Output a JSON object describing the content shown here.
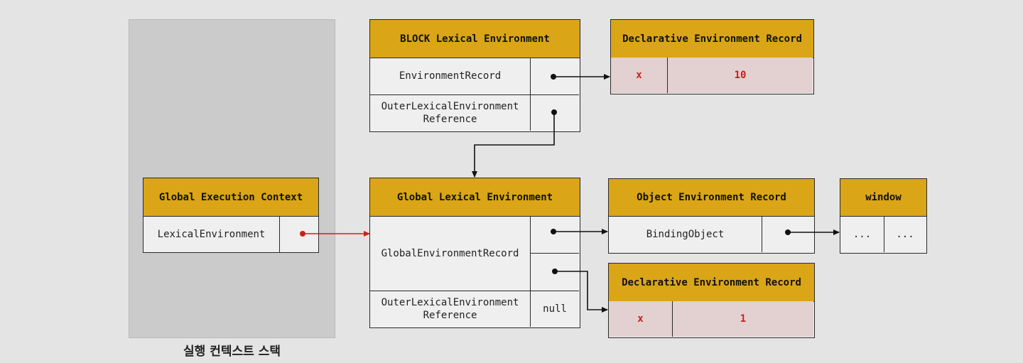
{
  "stack_caption": "실행 컨텍스트 스택",
  "global_execution_context": {
    "title": "Global Execution Context",
    "lexical_environment_label": "LexicalEnvironment"
  },
  "block_lexical_environment": {
    "title": "BLOCK Lexical Environment",
    "environment_record_label": "EnvironmentRecord",
    "outer_reference_label": "OuterLexicalEnvironment Reference"
  },
  "block_declarative_record": {
    "title": "Declarative Environment Record",
    "name": "x",
    "value": "10"
  },
  "global_lexical_environment": {
    "title": "Global Lexical Environment",
    "global_record_label": "GlobalEnvironmentRecord",
    "outer_reference_label": "OuterLexicalEnvironment Reference",
    "outer_reference_value": "null"
  },
  "object_environment_record": {
    "title": "Object Environment Record",
    "binding_label": "BindingObject"
  },
  "window_object": {
    "title": "window",
    "cell1": "...",
    "cell2": "..."
  },
  "global_declarative_record": {
    "title": "Declarative Environment Record",
    "name": "x",
    "value": "1"
  },
  "colors": {
    "header": "#daa517",
    "record_cell": "#e3d0d0",
    "active_arrow": "#c8211c",
    "stack_panel": "#cbcbcb"
  }
}
